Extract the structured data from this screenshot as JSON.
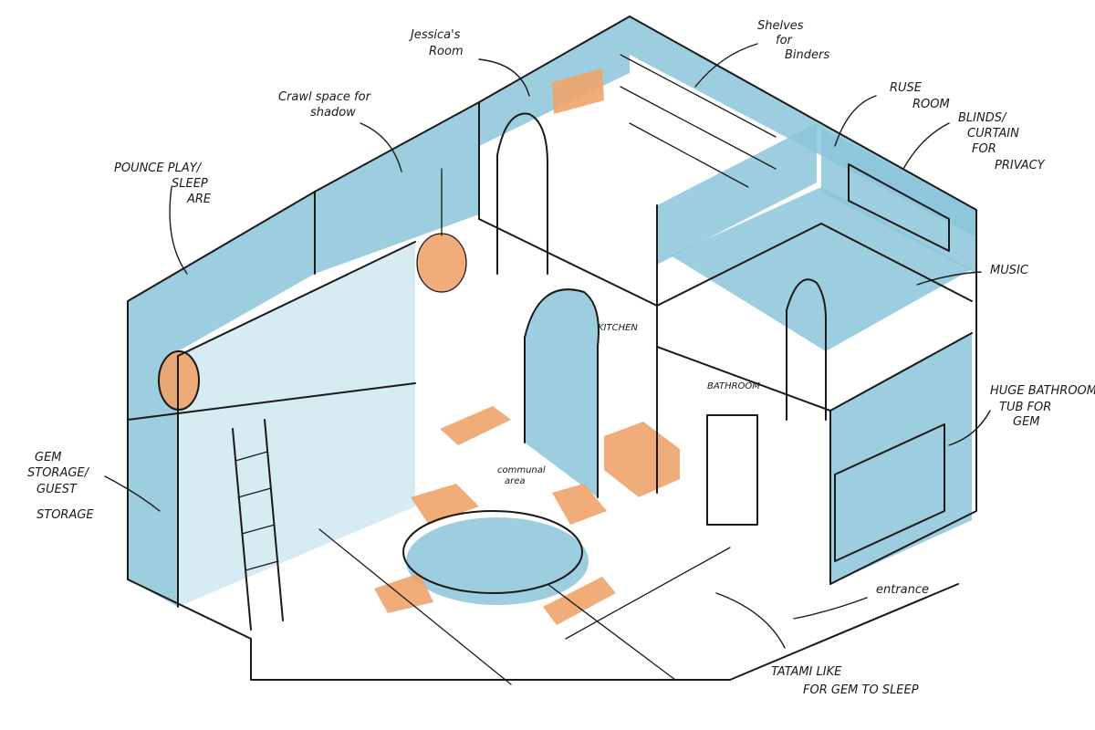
{
  "colors": {
    "ink": "#1a1a1a",
    "wall_blue": "#8cc6da",
    "accent_orange": "#f0a46a",
    "paper": "#ffffff"
  },
  "labels": {
    "pounce_play": "POUNCE PLAY/",
    "sleep_are": "SLEEP",
    "sleep_are2": "ARE",
    "crawl_space": "Crawl space for",
    "crawl_space2": "shadow",
    "jessicas_room": "Jessica's",
    "jessicas_room2": "Room",
    "shelves": "Shelves",
    "shelves2": "for",
    "shelves3": "Binders",
    "ruse_room": "RUSE",
    "ruse_room2": "ROOM",
    "blinds": "BLINDS/",
    "blinds2": "CURTAIN",
    "blinds3": "FOR",
    "blinds4": "PRIVACY",
    "music": "MUSIC",
    "kitchen": "KITCHEN",
    "bathroom": "BATHROOM",
    "huge_bathroom": "HUGE BATHROOM/",
    "huge_bathroom2": "TUB FOR",
    "huge_bathroom3": "GEM",
    "gem_storage": "GEM",
    "gem_storage2": "STORAGE/",
    "gem_storage3": "GUEST",
    "gem_storage4": "STORAGE",
    "communal": "communal",
    "communal2": "area",
    "entrance": "entrance",
    "tatami": "TATAMI LIKE",
    "tatami2": "FOR GEM TO SLEEP"
  }
}
